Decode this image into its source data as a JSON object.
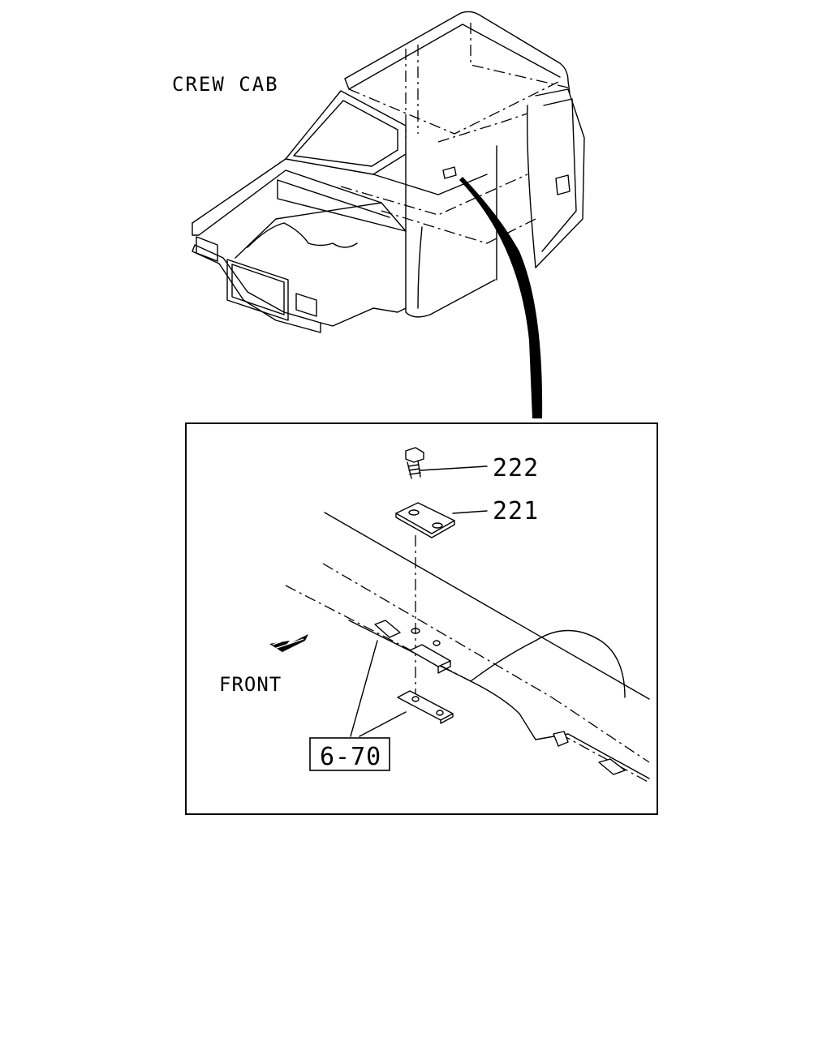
{
  "title": "CREW CAB",
  "callouts": {
    "part_222": "222",
    "part_221": "221",
    "reference": "6-70"
  },
  "front_label": "FRONT",
  "icons": [
    "front-arrow-icon",
    "bolt-icon",
    "plate-icon",
    "bracket-icon"
  ],
  "colors": {
    "ink": "#000000",
    "paper": "#ffffff"
  }
}
